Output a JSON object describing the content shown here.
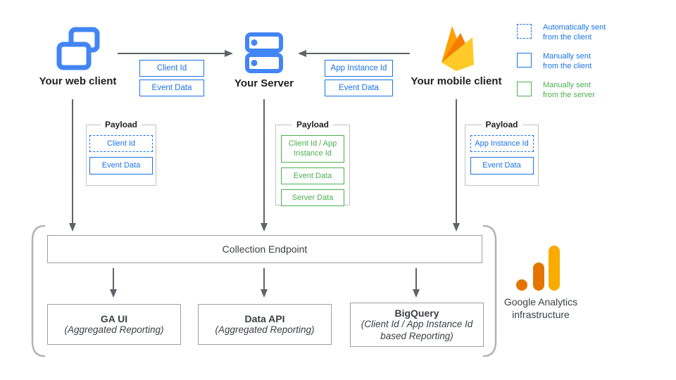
{
  "nodes": {
    "web_client": "Your web client",
    "server": "Your Server",
    "mobile_client": "Your mobile client"
  },
  "flows": {
    "web_to_server": {
      "items": [
        {
          "label": "Client Id"
        },
        {
          "label": "Event Data"
        }
      ]
    },
    "mobile_to_server": {
      "items": [
        {
          "label": "App Instance Id"
        },
        {
          "label": "Event Data"
        }
      ]
    }
  },
  "legend": {
    "items": [
      {
        "line1": "Automatically sent",
        "line2": "from the client",
        "style": "dashed-blue"
      },
      {
        "line1": "Manually sent",
        "line2": "from the client",
        "style": "solid-blue"
      },
      {
        "line1": "Manually sent",
        "line2": "from the server",
        "style": "solid-green"
      }
    ]
  },
  "payloads": {
    "web": {
      "title": "Payload",
      "items": [
        {
          "label": "Client Id",
          "style": "dashed-blue"
        },
        {
          "label": "Event Data",
          "style": "solid-blue"
        }
      ]
    },
    "server": {
      "title": "Payload",
      "items": [
        {
          "label": "Client Id / App Instance Id",
          "style": "solid-green"
        },
        {
          "label": "Event Data",
          "style": "solid-green"
        },
        {
          "label": "Server Data",
          "style": "solid-green"
        }
      ]
    },
    "mobile": {
      "title": "Payload",
      "items": [
        {
          "label": "App Instance Id",
          "style": "dashed-blue"
        },
        {
          "label": "Event Data",
          "style": "solid-blue"
        }
      ]
    }
  },
  "infrastructure": {
    "collection_endpoint": "Collection Endpoint",
    "outputs": [
      {
        "title": "GA UI",
        "subtitle": "(Aggregated Reporting)"
      },
      {
        "title": "Data API",
        "subtitle": "(Aggregated Reporting)"
      },
      {
        "title": "BigQuery",
        "subtitle": "(Client Id / App Instance Id based Reporting)"
      }
    ],
    "brand_label": "Google Analytics infrastructure"
  },
  "colors": {
    "box_blue": "#1a73e8",
    "box_green": "#4caf50",
    "icon_blue": "#4285f4",
    "arrow_gray": "#5f6368",
    "border_gray": "#9e9e9e",
    "bracket_gray": "#b3b3b3",
    "firebase_amber": "#ffa000",
    "firebase_orange": "#f57c00",
    "firebase_yellow": "#ffca28",
    "ga_orange": "#e37400",
    "ga_amber": "#f9ab00"
  }
}
